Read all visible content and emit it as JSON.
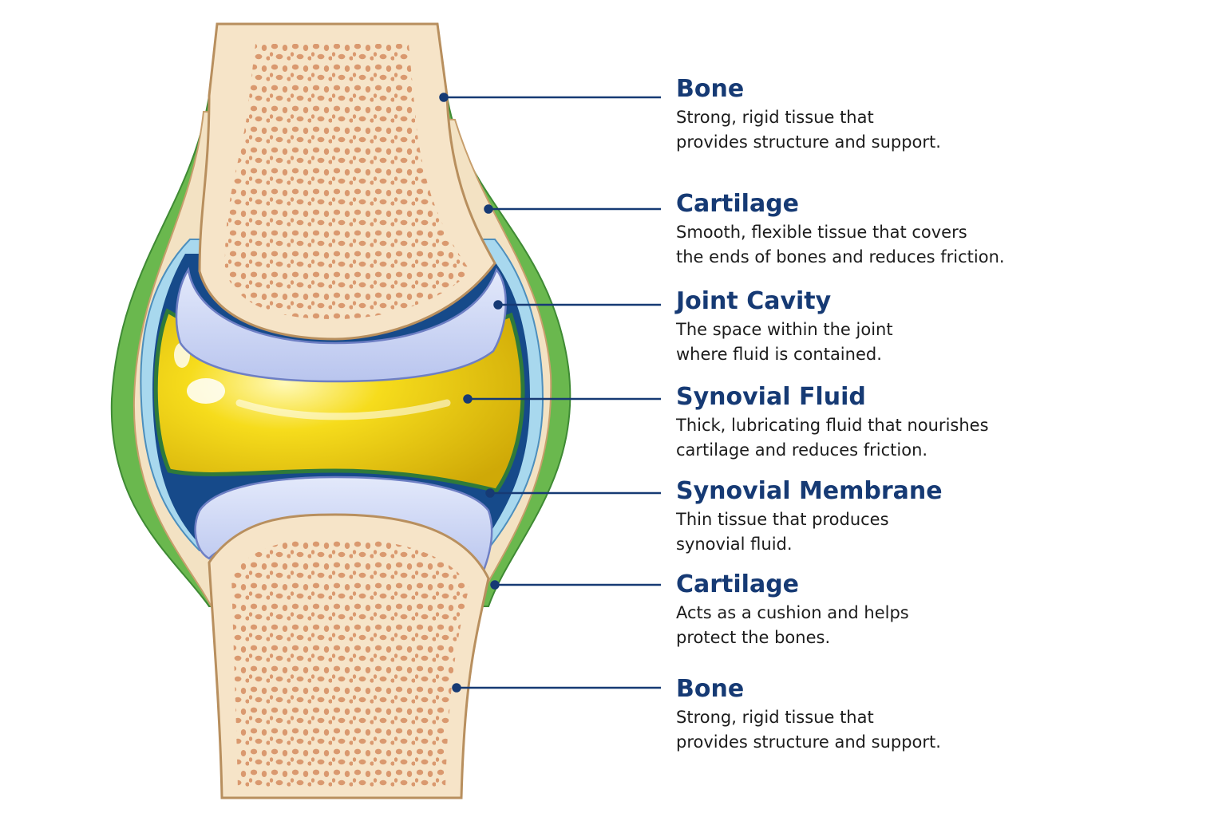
{
  "colors": {
    "label_title": "#163a74",
    "leader_line": "#163a74",
    "bone_fill": "#f6e4c8",
    "bone_pore": "#d9956a",
    "cartilage": "#c9d3f2",
    "synovial_fluid": "#f2d60c",
    "synovial_membrane": "#a8d8ee",
    "joint_cavity": "#164a8a",
    "capsule": "#6ab84e"
  },
  "labels": [
    {
      "id": "bone-top",
      "title": "Bone",
      "lines": [
        "Strong, rigid tissue that",
        "provides structure and support."
      ]
    },
    {
      "id": "cartilage-top",
      "title": "Cartilage",
      "lines": [
        "Smooth, flexible tissue that covers",
        "the ends of bones and reduces friction."
      ]
    },
    {
      "id": "joint-cavity",
      "title": "Joint Cavity",
      "lines": [
        "The space within the joint",
        "where fluid is contained."
      ]
    },
    {
      "id": "synovial-fluid",
      "title": "Synovial Fluid",
      "lines": [
        "Thick, lubricating fluid that nourishes",
        "cartilage and reduces friction."
      ]
    },
    {
      "id": "synovial-membrane",
      "title": "Synovial Membrane",
      "lines": [
        "Thin tissue that produces",
        "synovial fluid."
      ]
    },
    {
      "id": "cartilage-bottom",
      "title": "Cartilage",
      "lines": [
        "Acts as a cushion and helps",
        "protect the bones."
      ]
    },
    {
      "id": "bone-bottom",
      "title": "Bone",
      "lines": [
        "Strong, rigid tissue that",
        "provides structure and support."
      ]
    }
  ]
}
